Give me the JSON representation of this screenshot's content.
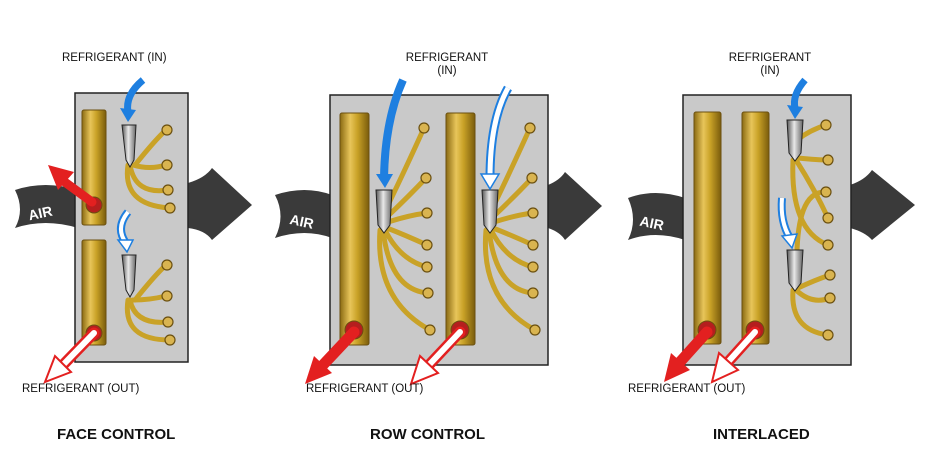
{
  "panels": [
    {
      "title": "FACE CONTROL",
      "in_label": "REFRIGERANT (IN)",
      "out_label": "REFRIGERANT (OUT)",
      "air_label": "AIR"
    },
    {
      "title": "ROW CONTROL",
      "in_label_line1": "REFRIGERANT",
      "in_label_line2": "(IN)",
      "out_label": "REFRIGERANT (OUT)",
      "air_label": "AIR"
    },
    {
      "title": "INTERLACED",
      "in_label_line1": "REFRIGERANT",
      "in_label_line2": "(IN)",
      "out_label": "REFRIGERANT (OUT)",
      "air_label": "AIR"
    }
  ],
  "colors": {
    "panel_fill": "#c9c9c9",
    "tube_gold": "#c9a227",
    "refrigerant_in": "#1e7fe0",
    "refrigerant_out": "#e32020",
    "air_arrow": "#3a3a3a"
  }
}
